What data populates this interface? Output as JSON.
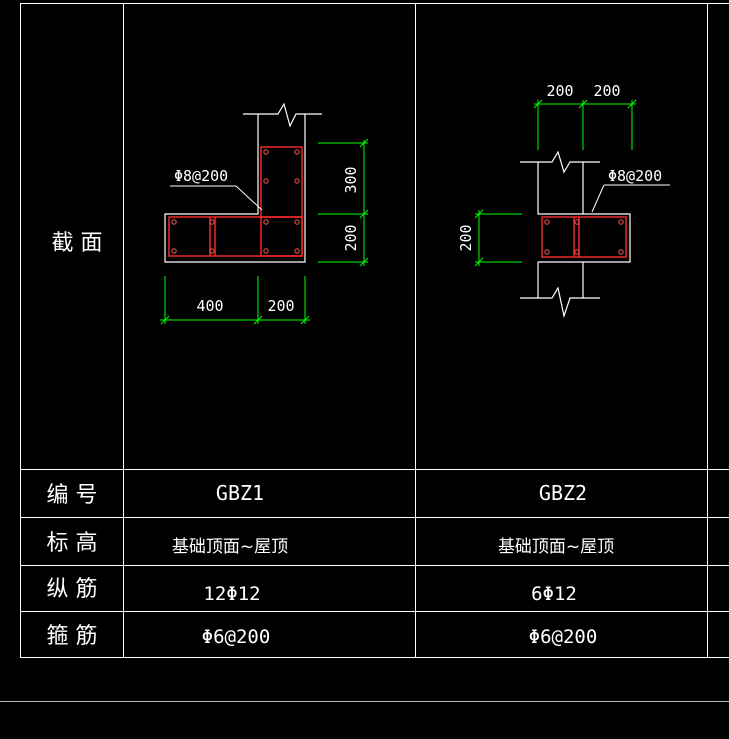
{
  "table": {
    "section_label": "截  面",
    "row_labels": {
      "id": "编  号",
      "elevation": "标  高",
      "long_rebar": "纵  筋",
      "stirrup": "箍  筋"
    },
    "columns": [
      {
        "id": "GBZ1",
        "elevation": "基础顶面~屋顶",
        "long_rebar": "12Φ12",
        "stirrup": "Φ6@200"
      },
      {
        "id": "GBZ2",
        "elevation": "基础顶面~屋顶",
        "long_rebar": "6Φ12",
        "stirrup": "Φ6@200"
      }
    ]
  },
  "drawings": {
    "gbz1": {
      "stirrup_callout": "Φ8@200",
      "dim_300": "300",
      "dim_200v": "200",
      "dim_400": "400",
      "dim_200h": "200"
    },
    "gbz2": {
      "dim_top_left": "200",
      "dim_top_right": "200",
      "stirrup_callout": "Φ8@200",
      "dim_200v": "200"
    }
  },
  "colors": {
    "background": "#000000",
    "lines": "#ffffff",
    "dimension": "#00ff00",
    "rebar": "#ff2a2a"
  }
}
